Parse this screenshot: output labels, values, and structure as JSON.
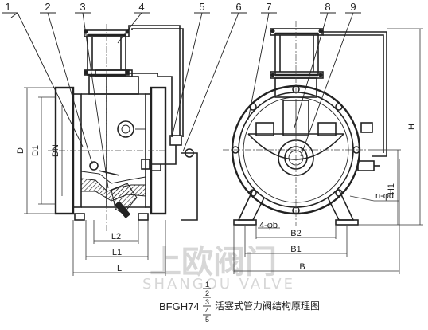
{
  "callouts": [
    "1",
    "2",
    "3",
    "4",
    "5",
    "6",
    "7",
    "8",
    "9"
  ],
  "dimensions": {
    "D": "D",
    "D1": "D1",
    "DN": "DN",
    "L": "L",
    "L1": "L1",
    "L2": "L2",
    "H": "H",
    "H1": "H1",
    "B": "B",
    "B1": "B1",
    "B2": "B2",
    "holes_b": "4-φb",
    "holes_d": "n-φd"
  },
  "caption": {
    "model_prefix": "BFGH74",
    "variants": [
      "1",
      "2",
      "3",
      "4",
      "5"
    ],
    "title_cn": "活塞式管力阀结构原理图"
  },
  "watermark": {
    "brand_cn": "上欧阀门",
    "brand_en": "SHANGOU VALVE"
  }
}
